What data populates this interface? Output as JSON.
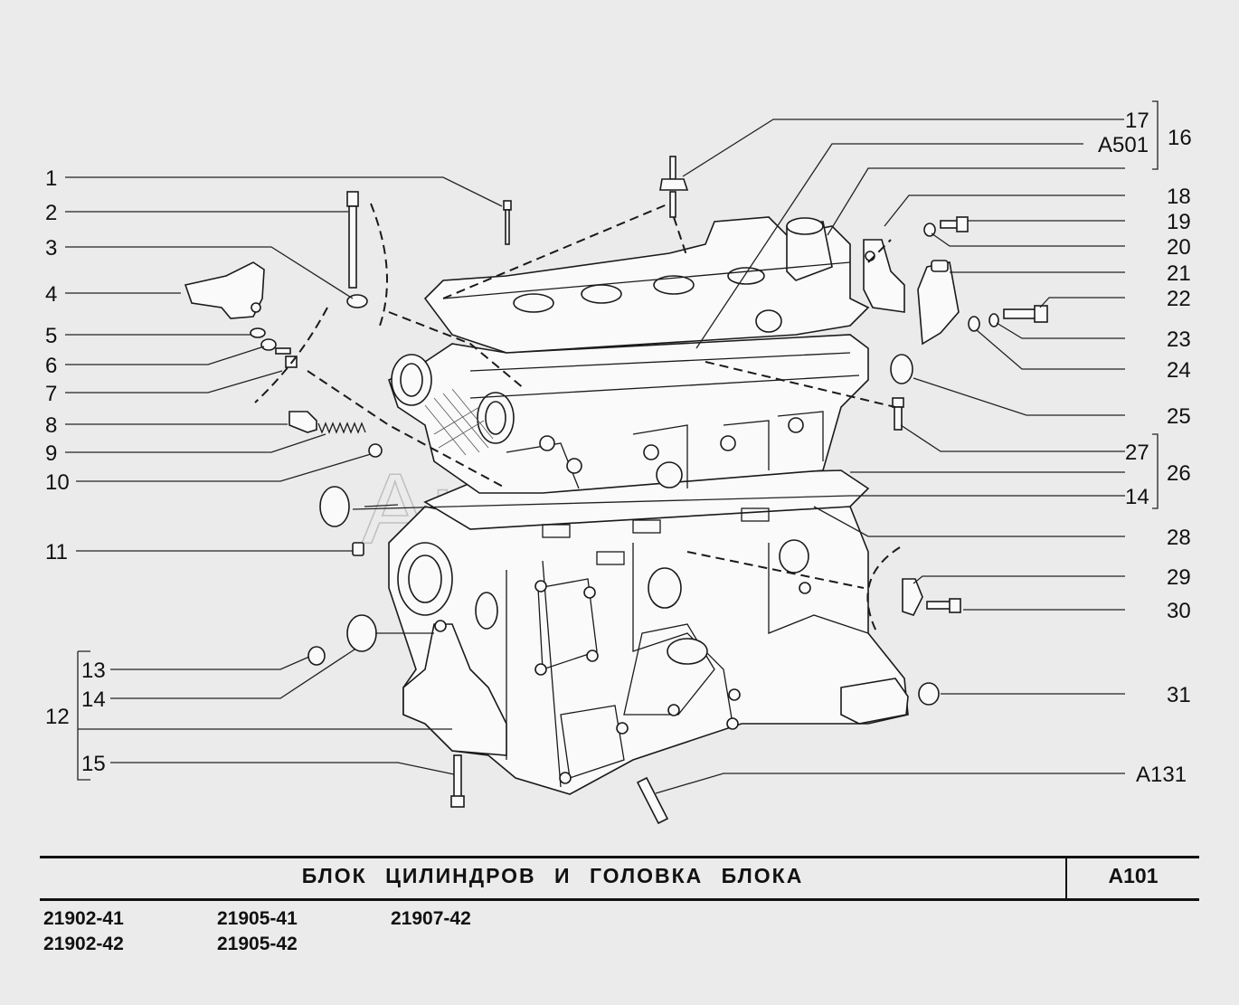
{
  "watermark": "AutoSoft",
  "callouts": [
    {
      "id": "c1",
      "text": "1"
    },
    {
      "id": "c2",
      "text": "2"
    },
    {
      "id": "c3",
      "text": "3"
    },
    {
      "id": "c4",
      "text": "4"
    },
    {
      "id": "c5",
      "text": "5"
    },
    {
      "id": "c6",
      "text": "6"
    },
    {
      "id": "c7",
      "text": "7"
    },
    {
      "id": "c8",
      "text": "8"
    },
    {
      "id": "c9",
      "text": "9"
    },
    {
      "id": "c10",
      "text": "10"
    },
    {
      "id": "c11",
      "text": "11"
    },
    {
      "id": "c12",
      "text": "12"
    },
    {
      "id": "c13",
      "text": "13"
    },
    {
      "id": "c14a",
      "text": "14"
    },
    {
      "id": "c15",
      "text": "15"
    },
    {
      "id": "c17",
      "text": "17"
    },
    {
      "id": "cA501",
      "text": "A501"
    },
    {
      "id": "c16",
      "text": "16"
    },
    {
      "id": "c18",
      "text": "18"
    },
    {
      "id": "c19",
      "text": "19"
    },
    {
      "id": "c20",
      "text": "20"
    },
    {
      "id": "c21",
      "text": "21"
    },
    {
      "id": "c22",
      "text": "22"
    },
    {
      "id": "c23",
      "text": "23"
    },
    {
      "id": "c24",
      "text": "24"
    },
    {
      "id": "c25",
      "text": "25"
    },
    {
      "id": "c27",
      "text": "27"
    },
    {
      "id": "c26",
      "text": "26"
    },
    {
      "id": "c14b",
      "text": "14"
    },
    {
      "id": "c28",
      "text": "28"
    },
    {
      "id": "c29",
      "text": "29"
    },
    {
      "id": "c30",
      "text": "30"
    },
    {
      "id": "c31",
      "text": "31"
    },
    {
      "id": "cA131",
      "text": "A131"
    }
  ],
  "title": {
    "name": "БЛОК  ЦИЛИНДРОВ  И  ГОЛОВКА  БЛОКА",
    "code": "A101"
  },
  "models": [
    "21902-41",
    "21902-42",
    "21905-41",
    "21905-42",
    "21907-42"
  ]
}
